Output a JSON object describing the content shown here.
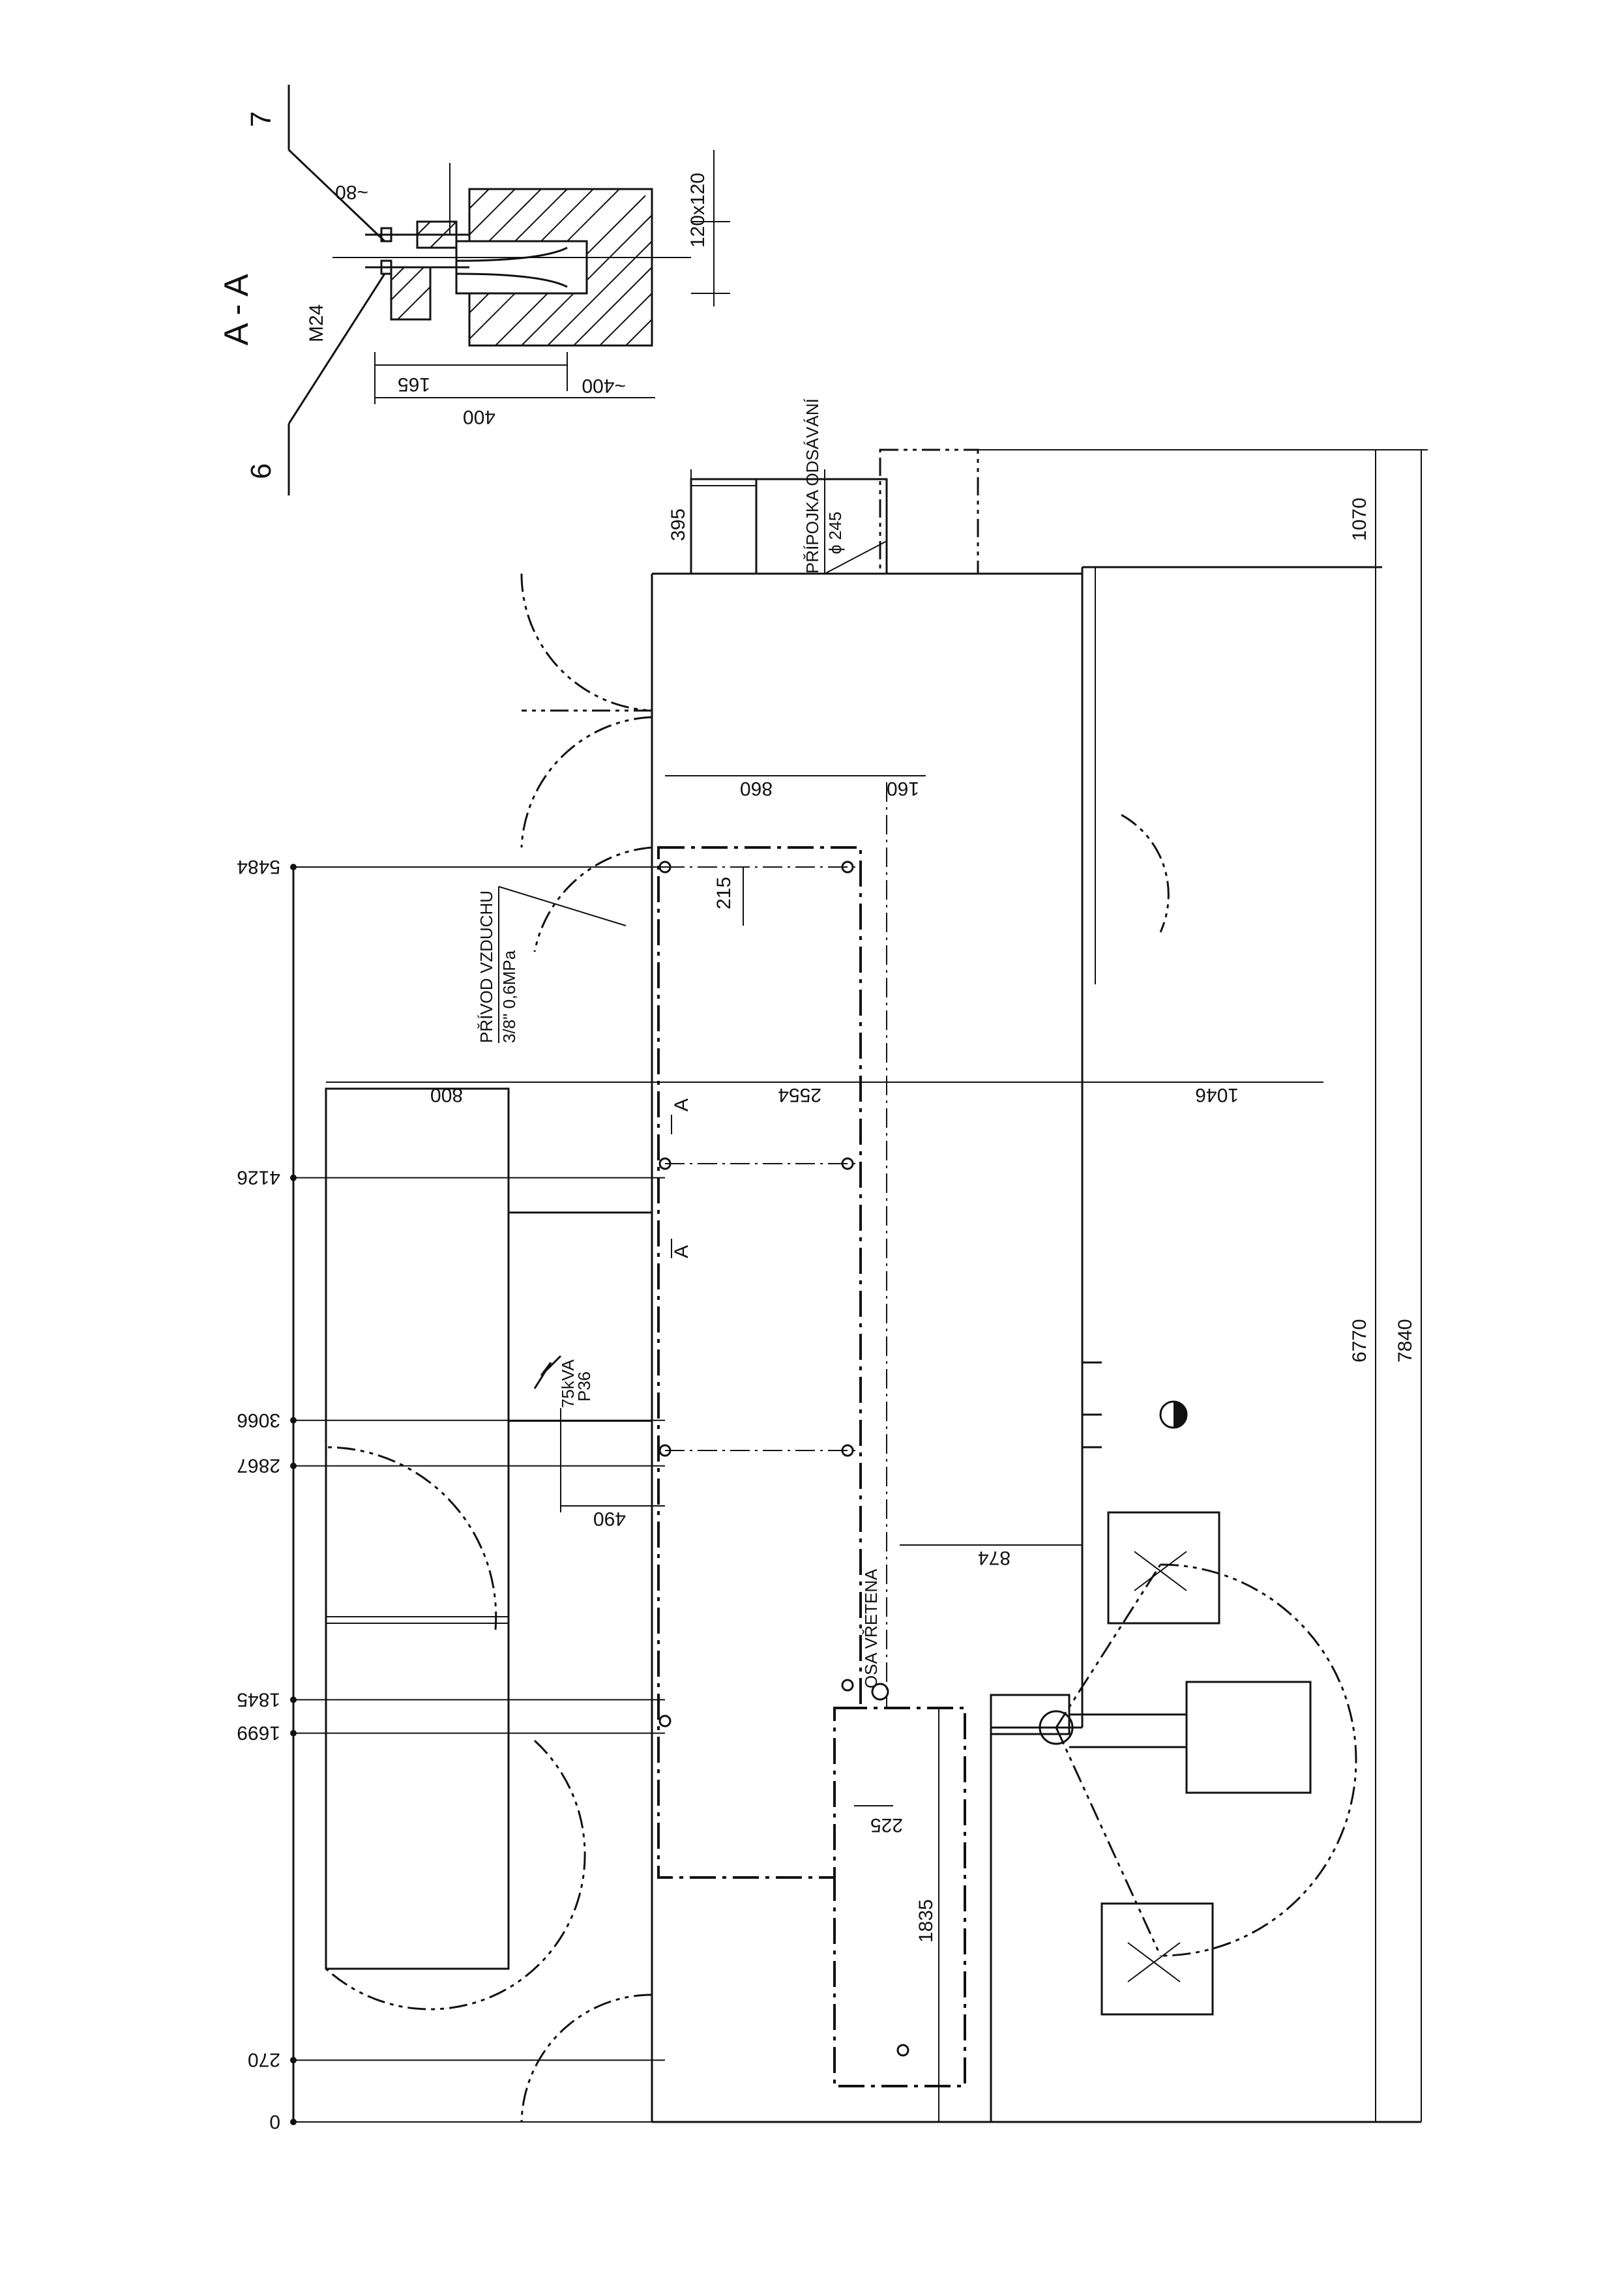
{
  "section": {
    "title": "A - A",
    "callout_7": "7",
    "callout_6": "6",
    "bolt": "M24",
    "dim_80": "~80",
    "dim_120x120": "120x120",
    "dim_165": "165",
    "dim_400": "400",
    "dim_400b": "~400"
  },
  "ruler": {
    "marks": [
      {
        "value": "0",
        "pos": 0
      },
      {
        "value": "270",
        "pos": 270
      },
      {
        "value": "1699",
        "pos": 1699
      },
      {
        "value": "1845",
        "pos": 1845
      },
      {
        "value": "2867",
        "pos": 2867
      },
      {
        "value": "3066",
        "pos": 3066
      },
      {
        "value": "4126",
        "pos": 4126
      },
      {
        "value": "5484",
        "pos": 5484
      }
    ]
  },
  "dimensions": {
    "d395": "395",
    "d860": "860",
    "d160": "160",
    "d215": "215",
    "d800": "800",
    "d2554": "2554",
    "d1046": "1046",
    "d490": "490",
    "d874": "874",
    "d225": "225",
    "d1835": "1835",
    "d1070": "1070",
    "d6770": "6770",
    "d7840": "7840"
  },
  "labels": {
    "exhaust_title": "PŘÍPOJKA ODSÁVÁNÍ",
    "exhaust_size": "ϕ 245",
    "air_title": "PŘÍVOD VZDUCHU",
    "air_spec": "3/8\"  0,6MPa",
    "power_kva": "75kVA",
    "power_p": "P36",
    "spindle_axis": "OSA VŘETENA",
    "section_mark_a1": "A",
    "section_mark_a2": "A"
  }
}
